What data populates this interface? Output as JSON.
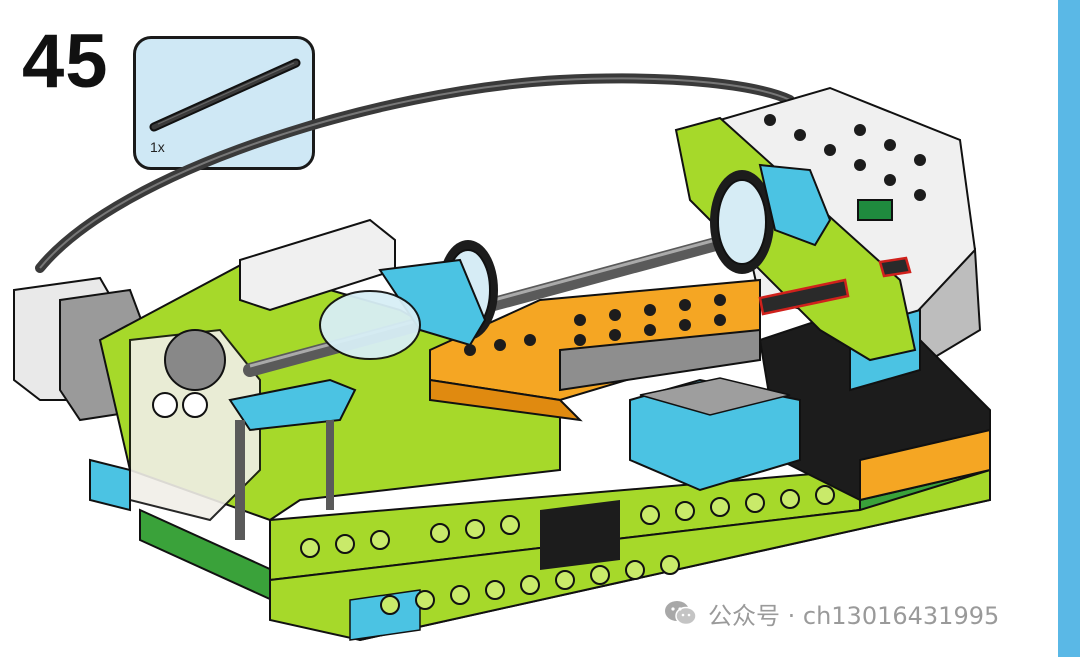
{
  "step": {
    "number": "45"
  },
  "parts_callout": {
    "quantity": "1x",
    "part_icon": "axle-icon",
    "part_color": "#2a2a2a"
  },
  "watermark": {
    "text": "公众号 · ch13016431995",
    "icon": "wechat-icon"
  },
  "colors": {
    "lime": "#a6d92a",
    "azure": "#4bc3e3",
    "orange": "#f5a623",
    "black": "#1c1c1c",
    "gray": "#8e8e8e",
    "white_brick": "#f2f2f2",
    "highlight": "#d0211c"
  }
}
